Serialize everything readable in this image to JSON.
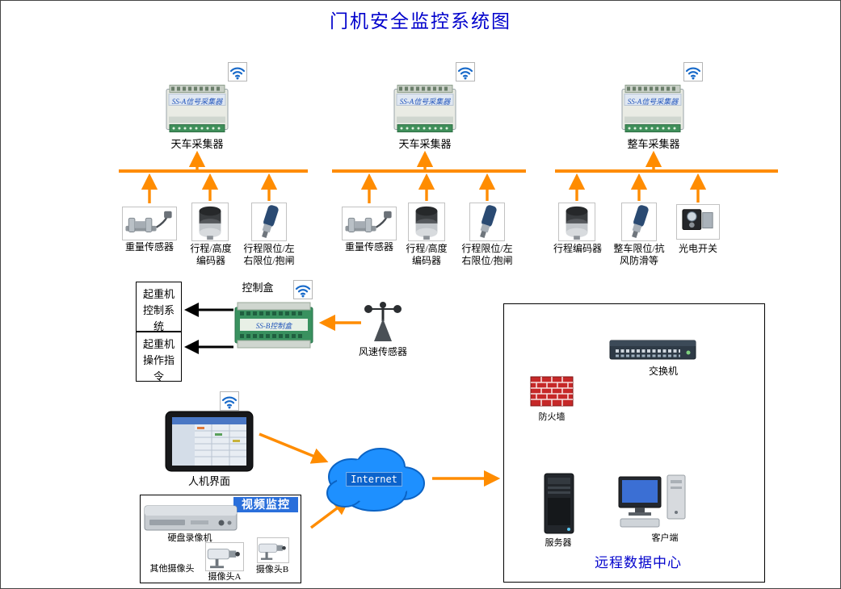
{
  "title": "门机安全监控系统图",
  "colors": {
    "orange": "#FF8C00",
    "blue": "#0000CC",
    "cloud": "#1E90FF"
  },
  "collectors": [
    {
      "label": "天车采集器",
      "board_text": "SS-A信号采集器"
    },
    {
      "label": "天车采集器",
      "board_text": "SS-A信号采集器"
    },
    {
      "label": "整车采集器",
      "board_text": "SS-A信号采集器"
    }
  ],
  "sensor_groups": [
    {
      "sensors": [
        {
          "label": "重量传感器"
        },
        {
          "label": "行程/高度\n编码器"
        },
        {
          "label": "行程限位/左\n右限位/抱闸"
        }
      ]
    },
    {
      "sensors": [
        {
          "label": "重量传感器"
        },
        {
          "label": "行程/高度\n编码器"
        },
        {
          "label": "行程限位/左\n右限位/抱闸"
        }
      ]
    },
    {
      "sensors": [
        {
          "label": "行程编码器"
        },
        {
          "label": "整车限位/抗\n风防滑等"
        },
        {
          "label": "光电开关"
        }
      ]
    }
  ],
  "control": {
    "label": "控制盒",
    "board_text": "SS-B控制盒",
    "crane_control_system": "起重机\n控制系\n统",
    "crane_operation_command": "起重机\n操作指\n令",
    "wind_sensor": "风速传感器"
  },
  "hmi": {
    "label": "人机界面"
  },
  "video": {
    "title": "视频监控",
    "dvr": "硬盘录像机",
    "other_cameras": "其他摄像头",
    "camera_a": "摄像头A",
    "camera_b": "摄像头B"
  },
  "cloud": {
    "label": "Internet"
  },
  "datacenter": {
    "title": "远程数据中心",
    "switch": "交换机",
    "firewall": "防火墙",
    "server": "服务器",
    "client": "客户端"
  }
}
